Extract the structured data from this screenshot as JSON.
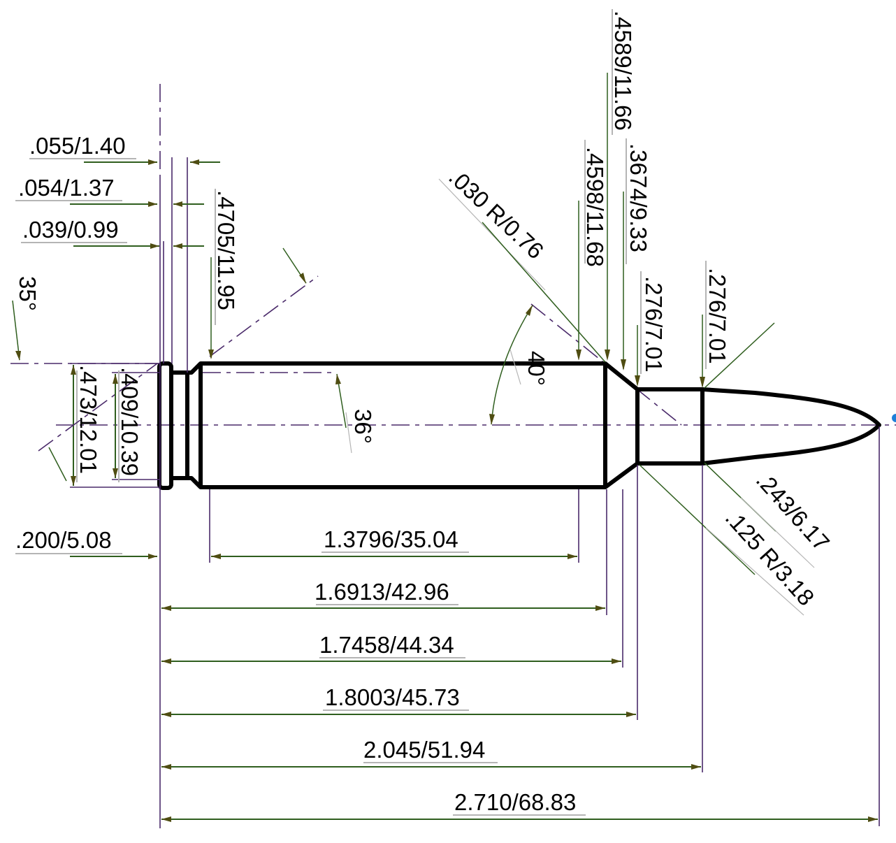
{
  "drawing": {
    "subject": "Cartridge case and bullet dimensional drawing",
    "units_format": "inch/mm",
    "colors": {
      "outline": "#000000",
      "extension_lines": "#4a2a6a",
      "dimension_lines": "#2f5e1e",
      "arrowheads": "#4f4d12",
      "text_underline": "#b5b5b5",
      "marker_dot": "#1e7fd8"
    }
  },
  "labels": {
    "rim_thickness": ".055/1.40",
    "extractor_groove_width": ".054/1.37",
    "rebate_width": ".039/0.99",
    "base_diameter": ".4705/11.95",
    "rim_chamfer_angle": "35°",
    "rim_diameter": ".473/12.01",
    "groove_diameter": ".409/10.39",
    "groove_angle": "36°",
    "extractor_position": ".200/5.08",
    "shoulder_radius": ".030 R/0.76",
    "shoulder_angle": "40°",
    "shoulder_diameter": ".4598/11.68",
    "body_diameter_at_shoulder": ".4589/11.66",
    "neck_base_diameter": ".3674/9.33",
    "neck_diameter": ".276/7.01",
    "neck_diameter_mouth": ".276/7.01",
    "bullet_diameter": ".243/6.17",
    "neck_radius": ".125 R/3.18",
    "body_length": "1.3796/35.04",
    "length_to_shoulder": "1.6913/42.96",
    "length_to_neck": "1.7458/44.34",
    "length_to_neck_start": "1.8003/45.73",
    "case_length": "2.045/51.94",
    "overall_length": "2.710/68.83"
  },
  "angles": [
    "35°",
    "36°",
    "40°"
  ],
  "horizontal_dimensions": [
    {
      "label": "1.3796/35.04",
      "inch": 1.3796,
      "mm": 35.04
    },
    {
      "label": "1.6913/42.96",
      "inch": 1.6913,
      "mm": 42.96
    },
    {
      "label": "1.7458/44.34",
      "inch": 1.7458,
      "mm": 44.34
    },
    {
      "label": "1.8003/45.73",
      "inch": 1.8003,
      "mm": 45.73
    },
    {
      "label": "2.045/51.94",
      "inch": 2.045,
      "mm": 51.94
    },
    {
      "label": "2.710/68.83",
      "inch": 2.71,
      "mm": 68.83
    }
  ]
}
